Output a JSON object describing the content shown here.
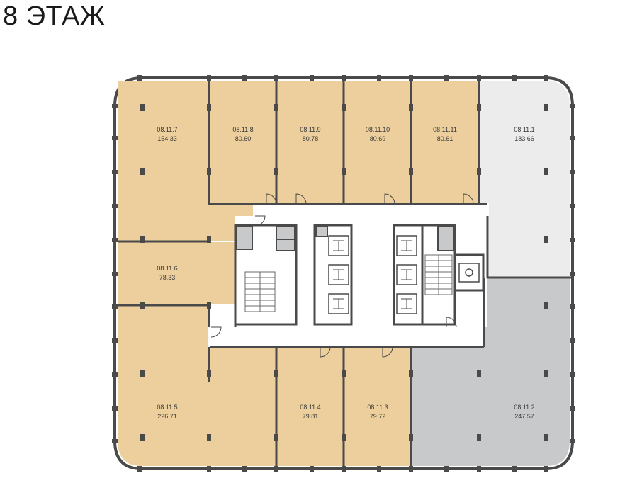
{
  "floor_title": "8 ЭТАЖ",
  "colors": {
    "available": "#eccf9c",
    "light_gray": "#ececec",
    "dark_gray": "#c8c9cb",
    "wall": "#4a4a4a",
    "core": "#ffffff"
  },
  "units": [
    {
      "id": "u7",
      "code": "08.11.7",
      "area": "154.33",
      "status": "available"
    },
    {
      "id": "u8",
      "code": "08.11.8",
      "area": "80.60",
      "status": "available"
    },
    {
      "id": "u9",
      "code": "08.11.9",
      "area": "80.78",
      "status": "available"
    },
    {
      "id": "u10",
      "code": "08.11.10",
      "area": "80.69",
      "status": "available"
    },
    {
      "id": "u11",
      "code": "08.11.11",
      "area": "80.61",
      "status": "available"
    },
    {
      "id": "u1",
      "code": "08.11.1",
      "area": "183.66",
      "status": "light_gray"
    },
    {
      "id": "u6",
      "code": "08.11.6",
      "area": "78.33",
      "status": "available"
    },
    {
      "id": "u5",
      "code": "08.11.5",
      "area": "226.71",
      "status": "available"
    },
    {
      "id": "u4",
      "code": "08.11.4",
      "area": "79.81",
      "status": "available"
    },
    {
      "id": "u3",
      "code": "08.11.3",
      "area": "79.72",
      "status": "available"
    },
    {
      "id": "u2",
      "code": "08.11.2",
      "area": "247.57",
      "status": "dark_gray"
    }
  ]
}
